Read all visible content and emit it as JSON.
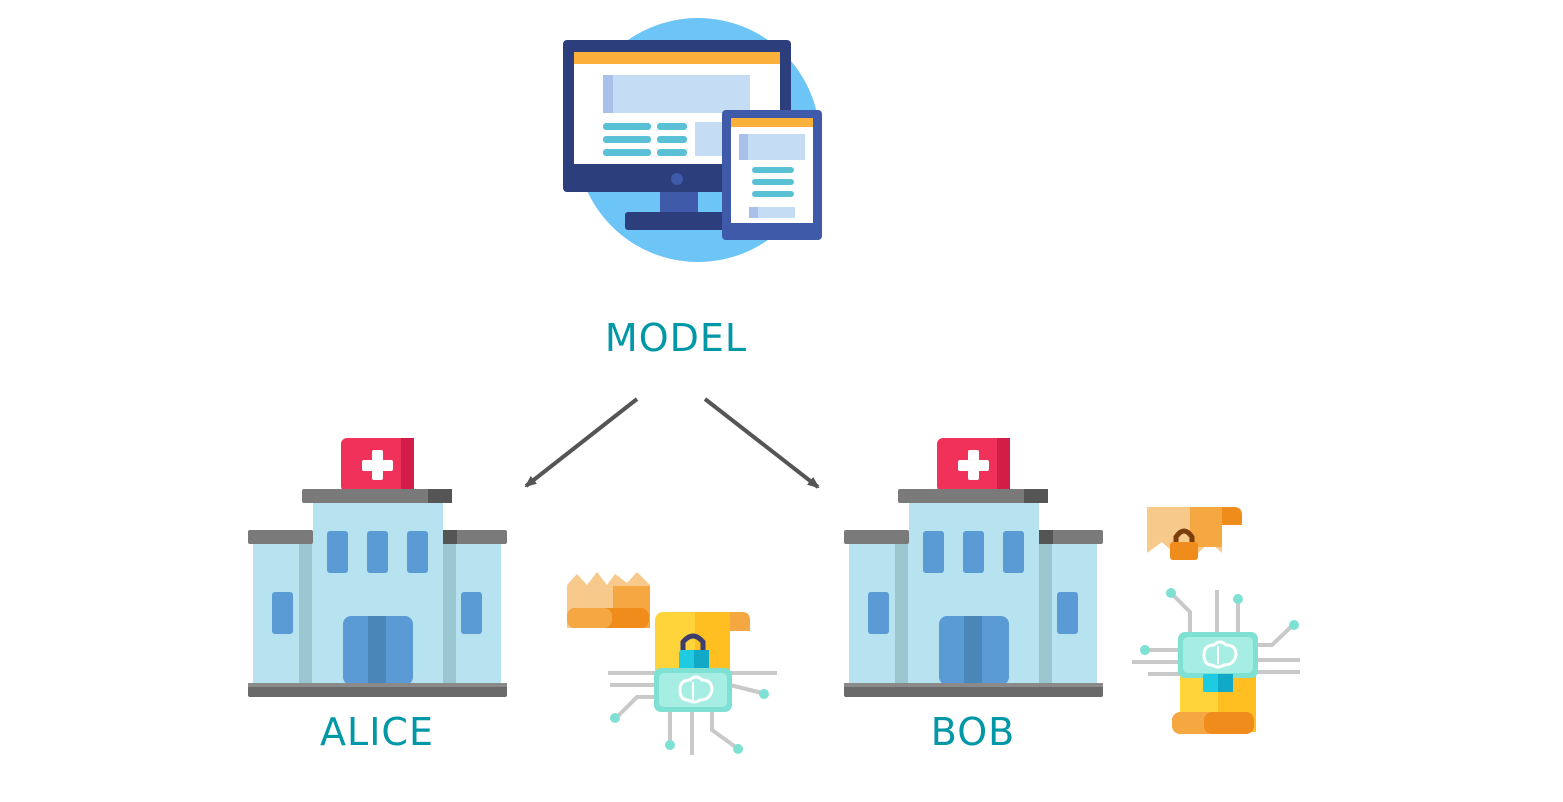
{
  "nodes": {
    "model": {
      "label": "MODEL"
    },
    "alice": {
      "label": "ALICE"
    },
    "bob": {
      "label": "BOB"
    }
  },
  "edges": [
    {
      "from": "model",
      "to": "alice"
    },
    {
      "from": "model",
      "to": "bob"
    }
  ],
  "icons": {
    "model": "monitor-and-tablet-icon",
    "alice_building": "hospital-building-icon",
    "bob_building": "hospital-building-icon",
    "alice_data": "encrypted-ai-data-icon",
    "bob_data": "encrypted-ai-data-icon"
  },
  "colors": {
    "label_teal": "#0097a7",
    "arrow": "#555555",
    "monitor_frame": "#2c3e7c",
    "monitor_accent": "#fbb03b",
    "circle_bg": "#6cc4f7",
    "hospital_wall": "#b7e3f0",
    "hospital_window": "#5b9bd5",
    "hospital_roof": "#7a7a7a",
    "cross_sign": "#f0325a",
    "chip_teal": "#7fe0d4",
    "scroll_yellow": "#ffd43b",
    "scroll_orange": "#f5a742",
    "lock_blue": "#1ecbe1",
    "circuit_gray": "#c9c9c9"
  }
}
